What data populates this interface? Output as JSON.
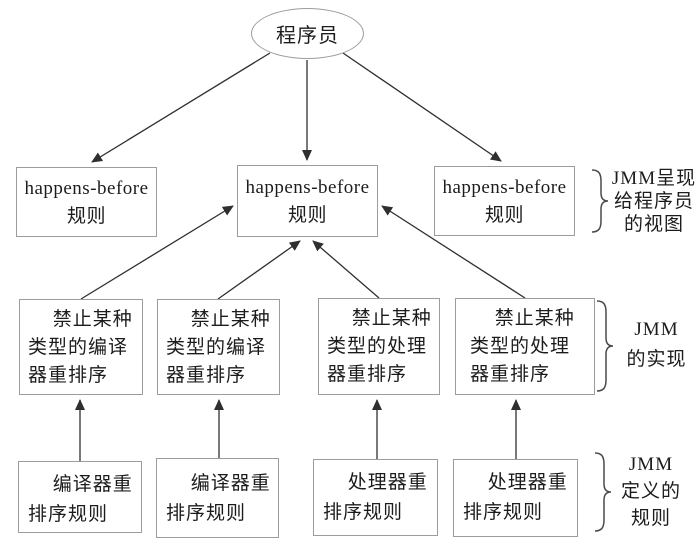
{
  "nodes": {
    "programmer": "程序员"
  },
  "view_row": {
    "boxes": [
      {
        "lines": [
          "happens-before",
          "规则"
        ]
      },
      {
        "lines": [
          "happens-before",
          "规则"
        ]
      },
      {
        "lines": [
          "happens-before",
          "规则"
        ]
      }
    ],
    "brace_label": {
      "lines": [
        "JMM呈现",
        "给程序员",
        "的视图"
      ]
    }
  },
  "impl_row": {
    "boxes": [
      {
        "lines": [
          "禁止某种",
          "类型的编译",
          "器重排序"
        ]
      },
      {
        "lines": [
          "禁止某种",
          "类型的编译",
          "器重排序"
        ]
      },
      {
        "lines": [
          "禁止某种",
          "类型的处理",
          "器重排序"
        ]
      },
      {
        "lines": [
          "禁止某种",
          "类型的处理",
          "器重排序"
        ]
      }
    ],
    "brace_label": {
      "lines": [
        "JMM",
        "的实现"
      ]
    }
  },
  "rules_row": {
    "boxes": [
      {
        "lines": [
          "编译器重",
          "排序规则"
        ]
      },
      {
        "lines": [
          "编译器重",
          "排序规则"
        ]
      },
      {
        "lines": [
          "处理器重",
          "排序规则"
        ]
      },
      {
        "lines": [
          "处理器重",
          "排序规则"
        ]
      }
    ],
    "brace_label": {
      "lines": [
        "JMM",
        "定义的",
        "规则"
      ]
    }
  },
  "colors": {
    "background": "#ffffff",
    "box_border": "#9c9c9c",
    "text": "#1c1c1c",
    "arrow": "#2f2f2f",
    "brace": "#4a4a4a"
  }
}
